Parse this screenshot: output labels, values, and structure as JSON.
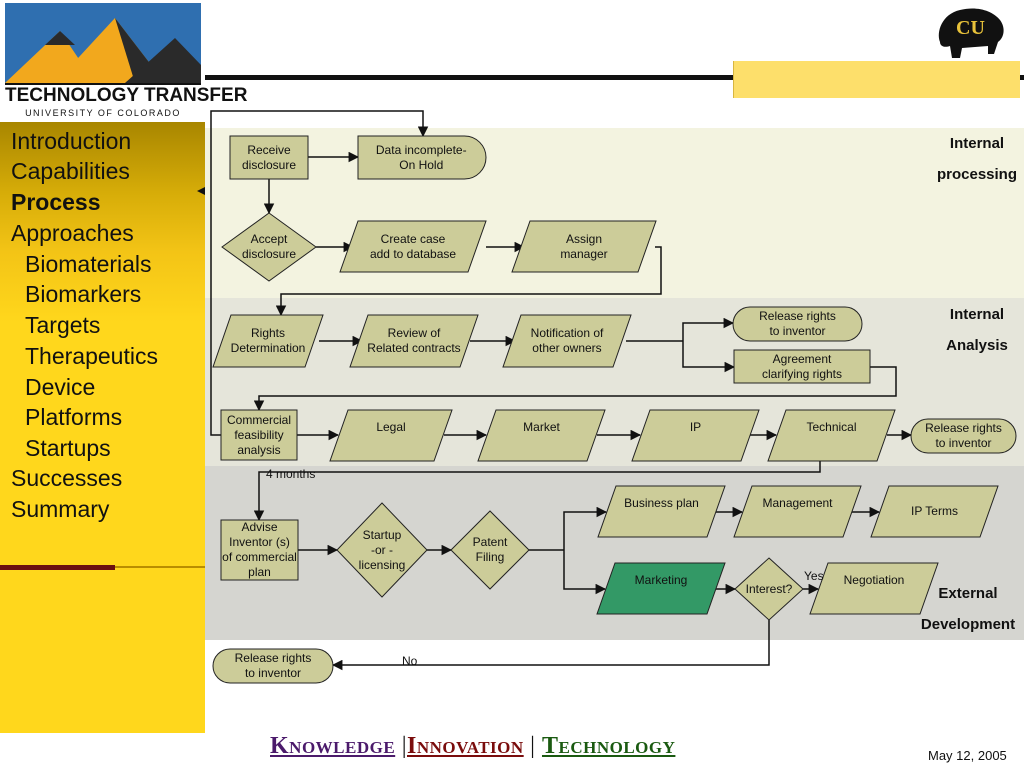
{
  "logo": {
    "title": "TECHNOLOGY TRANSFER",
    "subtitle": "UNIVERSITY OF COLORADO"
  },
  "nav": [
    {
      "label": "Introduction",
      "level": 0,
      "active": false
    },
    {
      "label": "Capabilities",
      "level": 0,
      "active": false
    },
    {
      "label": "Process",
      "level": 0,
      "active": true
    },
    {
      "label": "Approaches",
      "level": 0,
      "active": false
    },
    {
      "label": "Biomaterials",
      "level": 1,
      "active": false
    },
    {
      "label": "Biomarkers",
      "level": 1,
      "active": false
    },
    {
      "label": "Targets",
      "level": 1,
      "active": false
    },
    {
      "label": "Therapeutics",
      "level": 1,
      "active": false
    },
    {
      "label": "Device",
      "level": 1,
      "active": false
    },
    {
      "label": "Platforms",
      "level": 1,
      "active": false
    },
    {
      "label": "Startups",
      "level": 1,
      "active": false
    },
    {
      "label": "Successes",
      "level": 0,
      "active": false
    },
    {
      "label": "Summary",
      "level": 0,
      "active": false
    }
  ],
  "lanes": [
    {
      "id": "internal-processing",
      "line1": "Internal",
      "line2": "processing"
    },
    {
      "id": "internal-analysis",
      "line1": "Internal",
      "line2": "Analysis"
    },
    {
      "id": "external-development",
      "line1": "External",
      "line2": "Development"
    }
  ],
  "nodes": [
    {
      "id": "receive-disclosure",
      "shape": "rect",
      "lines": [
        "Receive",
        "disclosure"
      ]
    },
    {
      "id": "data-incomplete",
      "shape": "stored",
      "lines": [
        "Data incomplete-",
        "On Hold"
      ]
    },
    {
      "id": "accept-disclosure",
      "shape": "diamond",
      "lines": [
        "Accept",
        "disclosure"
      ]
    },
    {
      "id": "create-case",
      "shape": "para",
      "lines": [
        "Create case",
        "add to database"
      ]
    },
    {
      "id": "assign-manager",
      "shape": "para",
      "lines": [
        "Assign",
        "manager"
      ]
    },
    {
      "id": "rights-determination",
      "shape": "para",
      "lines": [
        "Rights",
        "Determination"
      ]
    },
    {
      "id": "review-related-contracts",
      "shape": "para",
      "lines": [
        "Review of",
        "Related contracts"
      ]
    },
    {
      "id": "notification-other-owners",
      "shape": "para",
      "lines": [
        "Notification of",
        "other owners"
      ]
    },
    {
      "id": "release-rights-1",
      "shape": "round",
      "lines": [
        "Release rights",
        "to inventor"
      ]
    },
    {
      "id": "agreement-clarifying-rights",
      "shape": "rect",
      "lines": [
        "Agreement",
        "clarifying rights"
      ]
    },
    {
      "id": "commercial-feasibility",
      "shape": "rect",
      "lines": [
        "Commercial",
        "feasibility",
        "analysis"
      ]
    },
    {
      "id": "legal",
      "shape": "para",
      "lines": [
        "Legal"
      ]
    },
    {
      "id": "market",
      "shape": "para",
      "lines": [
        "Market"
      ]
    },
    {
      "id": "ip",
      "shape": "para",
      "lines": [
        "IP"
      ]
    },
    {
      "id": "technical",
      "shape": "para",
      "lines": [
        "Technical"
      ]
    },
    {
      "id": "release-rights-2",
      "shape": "round",
      "lines": [
        "Release rights",
        "to inventor"
      ]
    },
    {
      "id": "advise-inventor",
      "shape": "rect",
      "lines": [
        "Advise",
        "Inventor (s)",
        "of commercial",
        "plan"
      ]
    },
    {
      "id": "startup-or-licensing",
      "shape": "diamond",
      "lines": [
        "Startup",
        "-or -",
        "licensing"
      ]
    },
    {
      "id": "patent-filing",
      "shape": "diamond",
      "lines": [
        "Patent",
        "Filing"
      ]
    },
    {
      "id": "business-plan",
      "shape": "para",
      "lines": [
        "Business plan"
      ]
    },
    {
      "id": "management",
      "shape": "para",
      "lines": [
        "Management"
      ]
    },
    {
      "id": "ip-terms",
      "shape": "para",
      "lines": [
        "IP Terms"
      ]
    },
    {
      "id": "marketing",
      "shape": "para",
      "lines": [
        "Marketing"
      ]
    },
    {
      "id": "interest",
      "shape": "diamond",
      "lines": [
        "Interest?"
      ]
    },
    {
      "id": "negotiation",
      "shape": "para",
      "lines": [
        "Negotiation"
      ]
    },
    {
      "id": "release-rights-3",
      "shape": "round",
      "lines": [
        "Release rights",
        "to inventor"
      ]
    }
  ],
  "edge_labels": {
    "four_months": "4 months",
    "yes": "Yes",
    "no": "No"
  },
  "colors": {
    "node_fill": "#cccc99",
    "marketing_fill": "#339966",
    "node_stroke": "#222222",
    "band1": "#f3f3e0",
    "band2": "#e5e5da",
    "band3": "#d5d5d0",
    "sidebar": "#ffd71c"
  },
  "footer": {
    "knowledge": "Knowledge",
    "innovation": "Innovation",
    "technology": "Technology",
    "separator": "|"
  },
  "date": "May 12, 2005"
}
